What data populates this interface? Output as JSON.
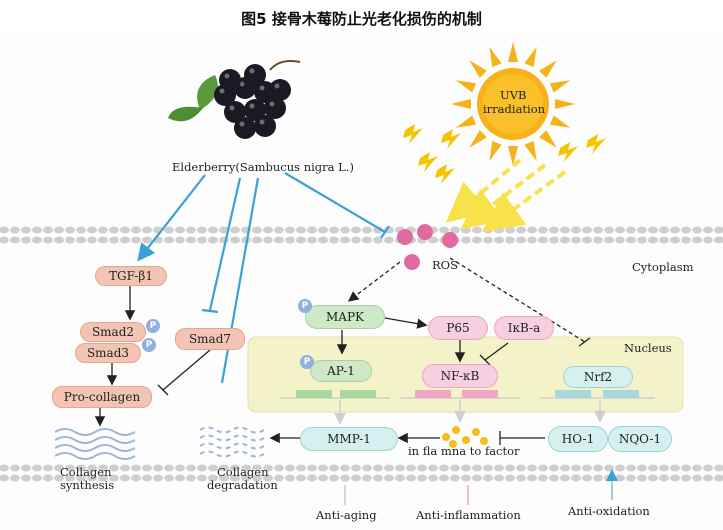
{
  "title": "图5 接骨木莓防止光老化损伤的机制",
  "uvb": {
    "line1": "UVB",
    "line2": "irradiation"
  },
  "elderberry_label": "Elderberry(Sambucus nigra L.)",
  "ros_label": "ROS",
  "cytoplasm_label": "Cytoplasm",
  "nucleus_label": "Nucleus",
  "left_nodes": {
    "tgf": "TGF-β1",
    "smad2": "Smad2",
    "smad3": "Smad3",
    "smad7": "Smad7",
    "procollagen": "Pro-collagen",
    "collagen_synthesis_1": "Collagen",
    "collagen_synthesis_2": "synthesis",
    "collagen_degradation_1": "Collagen",
    "collagen_degradation_2": "degradation"
  },
  "right_nodes": {
    "mapk": "MAPK",
    "ap1": "AP-1",
    "p65": "P65",
    "ikba": "IκB-a",
    "nfkb": "NF-κB",
    "nrf2": "Nrf2",
    "mmp1": "MMP-1",
    "inflammation": "in fla mna to factor",
    "ho1": "HO-1",
    "nqo1": "NQO-1"
  },
  "phospho": "P",
  "outcomes": {
    "aging": "Anti-aging",
    "inflammation": "Anti-inflammation",
    "oxidation": "Anti-oxidation"
  },
  "colors": {
    "membrane": "#c9c9c9",
    "nucleus_fill": "#f3f2c8",
    "sun": "#f7b21b",
    "uv_arrow": "#f8e24a",
    "inhibit_line": "#3aa0d6",
    "berry": "#1a1a22",
    "leaf": "#5a9a3a"
  }
}
